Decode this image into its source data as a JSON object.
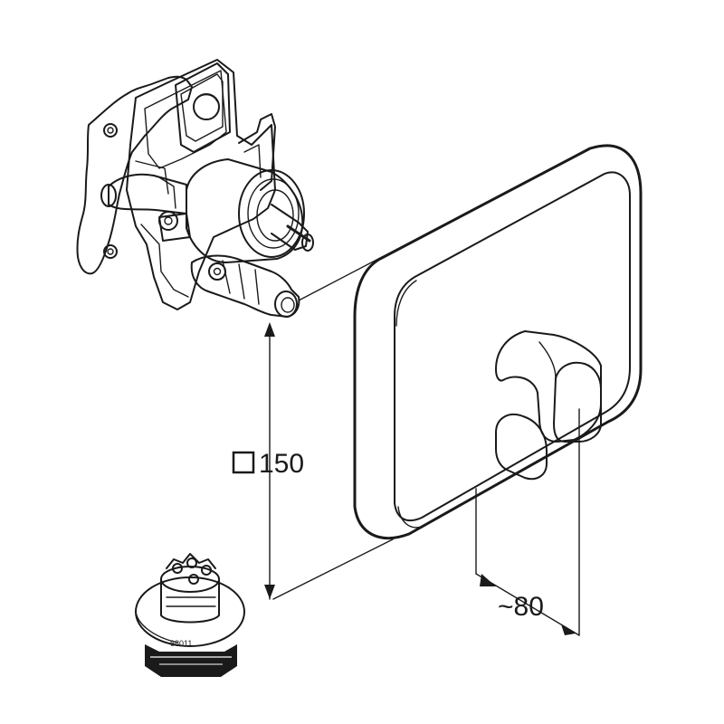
{
  "dimensions": {
    "size_label": "150",
    "depth_label": "~80"
  },
  "parts": {
    "cartridge_code": "68011"
  },
  "colors": {
    "ink": "#1a1a1a",
    "background": "#ffffff"
  }
}
